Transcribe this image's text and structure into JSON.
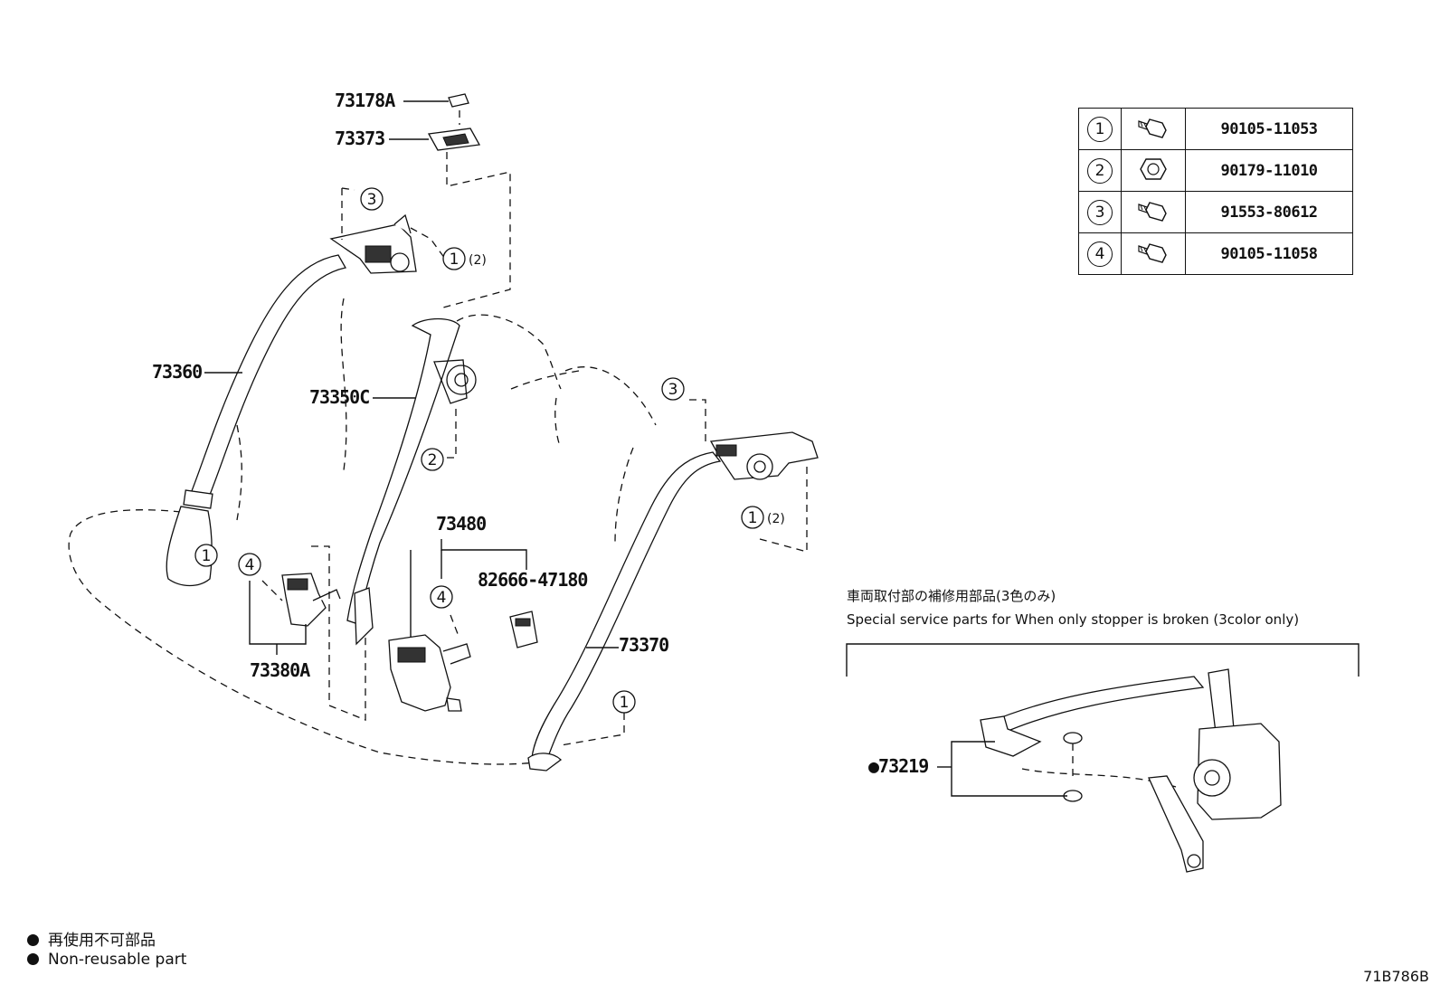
{
  "callouts": {
    "p73178A": "73178A",
    "p73373": "73373",
    "p73360": "73360",
    "p73350C": "73350C",
    "p73480": "73480",
    "p82666": "82666-47180",
    "p73380A": "73380A",
    "p73370": "73370",
    "p73219": "●73219"
  },
  "fastener_refs": {
    "n1": "1",
    "n2": "2",
    "n3": "3",
    "n4": "4",
    "qty2": "(2)"
  },
  "fastener_table": [
    {
      "ref": "1",
      "icon": "hex-flange-bolt-icon",
      "part_number": "90105-11053"
    },
    {
      "ref": "2",
      "icon": "hex-nut-icon",
      "part_number": "90179-11010"
    },
    {
      "ref": "3",
      "icon": "hex-flange-bolt-icon",
      "part_number": "91553-80612"
    },
    {
      "ref": "4",
      "icon": "hex-flange-bolt-icon",
      "part_number": "90105-11058"
    }
  ],
  "service_note": {
    "japanese": "車両取付部の補修用部品(3色のみ)",
    "english": "Special service parts for When only stopper is broken (3color only)"
  },
  "legend": {
    "jp": "再使用不可部品",
    "en": "Non-reusable part"
  },
  "drawing_code": "71B786B"
}
